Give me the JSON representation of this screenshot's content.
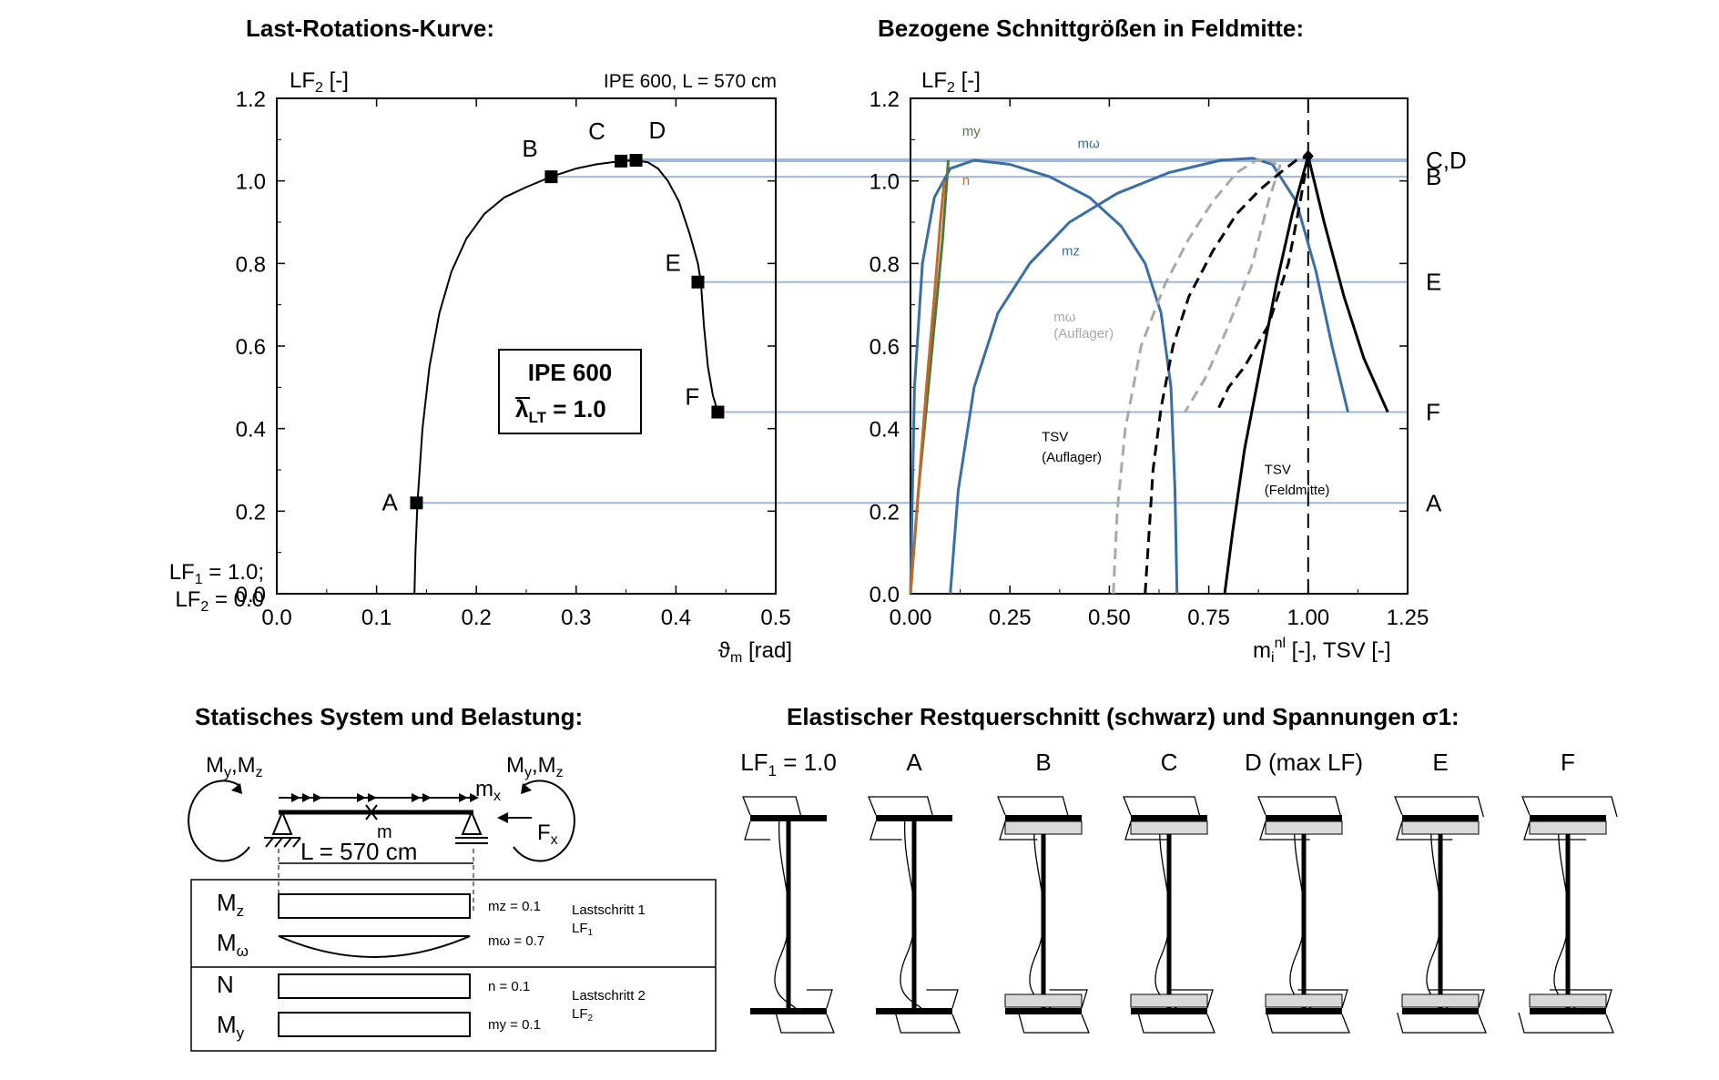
{
  "titles": {
    "panel1": "Last-Rotations-Kurve:",
    "panel2": "Bezogene Schnittgrößen in Feldmitte:",
    "panel3": "Statisches System und Belastung:",
    "panel4": "Elastischer Restquerschnitt (schwarz) und Spannungen σ1:"
  },
  "colors": {
    "ref_line": "#9fb7dc",
    "curve_blue": "#3a6ea5",
    "curve_gray": "#a9a9a9",
    "curve_green": "#4b7b3c",
    "curve_orange": "#c06a2b",
    "ink": "#000000"
  },
  "chart_data": [
    {
      "type": "line",
      "title": "Last-Rotations-Kurve:",
      "annotation": "IPE 600, L = 570 cm",
      "xlabel": "ϑm [rad]",
      "ylabel": "LF2 [-]",
      "xlim": [
        0,
        0.5
      ],
      "ylim": [
        0,
        1.2
      ],
      "xticks": [
        "0.0",
        "0.1",
        "0.2",
        "0.3",
        "0.4",
        "0.5"
      ],
      "yticks": [
        "0.0",
        "0.2",
        "0.4",
        "0.6",
        "0.8",
        "1.0",
        "1.2"
      ],
      "start_label": [
        "LF1 = 1.0;",
        "LF2 = 0.0"
      ],
      "box_label": {
        "line1": "IPE 600",
        "line2": "λLT = 1.0"
      },
      "grid": false,
      "series": [
        {
          "x": [
            0.138,
            0.139,
            0.141,
            0.146,
            0.153,
            0.163,
            0.175,
            0.19,
            0.208,
            0.228,
            0.25,
            0.275,
            0.3,
            0.32,
            0.345,
            0.36,
            0.372,
            0.382,
            0.392,
            0.403,
            0.414,
            0.422,
            0.425,
            0.428,
            0.432,
            0.437,
            0.442
          ],
          "y": [
            0.0,
            0.1,
            0.22,
            0.4,
            0.55,
            0.68,
            0.78,
            0.86,
            0.92,
            0.96,
            0.985,
            1.01,
            1.03,
            1.04,
            1.048,
            1.05,
            1.045,
            1.03,
            1.0,
            0.95,
            0.87,
            0.8,
            0.755,
            0.65,
            0.55,
            0.48,
            0.44
          ]
        }
      ],
      "points": [
        {
          "label": "A",
          "x": 0.14,
          "y": 0.22
        },
        {
          "label": "B",
          "x": 0.275,
          "y": 1.01
        },
        {
          "label": "C",
          "x": 0.345,
          "y": 1.048
        },
        {
          "label": "D",
          "x": 0.36,
          "y": 1.05
        },
        {
          "label": "E",
          "x": 0.422,
          "y": 0.755
        },
        {
          "label": "F",
          "x": 0.442,
          "y": 0.44
        }
      ]
    },
    {
      "type": "line",
      "title": "Bezogene Schnittgrößen in Feldmitte:",
      "xlabel": "mi nl [-], TSV [-]",
      "ylabel": "LF2 [-]",
      "xlim": [
        0,
        1.25
      ],
      "ylim": [
        0,
        1.2
      ],
      "xticks": [
        "0.00",
        "0.25",
        "0.50",
        "0.75",
        "1.00",
        "1.25"
      ],
      "yticks": [
        "0.0",
        "0.2",
        "0.4",
        "0.6",
        "0.8",
        "1.0",
        "1.2"
      ],
      "grid": false,
      "reference_x": 1.0,
      "level_labels": [
        {
          "label": "C,D",
          "y": 1.05
        },
        {
          "label": "B",
          "y": 1.01
        },
        {
          "label": "E",
          "y": 0.755
        },
        {
          "label": "F",
          "y": 0.44
        },
        {
          "label": "A",
          "y": 0.22
        }
      ],
      "series": [
        {
          "name": "mω",
          "color": "#3a6ea5",
          "style": "solid",
          "x": [
            0.0,
            0.01,
            0.03,
            0.06,
            0.1,
            0.16,
            0.25,
            0.35,
            0.45,
            0.53,
            0.59,
            0.63,
            0.655,
            0.665,
            0.67
          ],
          "y": [
            0.0,
            0.5,
            0.8,
            0.96,
            1.03,
            1.05,
            1.04,
            1.01,
            0.96,
            0.89,
            0.8,
            0.68,
            0.5,
            0.25,
            0.0
          ]
        },
        {
          "name": "mz",
          "color": "#3a6ea5",
          "style": "solid",
          "x": [
            0.1,
            0.12,
            0.16,
            0.22,
            0.3,
            0.4,
            0.52,
            0.65,
            0.78,
            0.86,
            0.91,
            0.97,
            1.02,
            1.06,
            1.1
          ],
          "y": [
            0.0,
            0.25,
            0.5,
            0.68,
            0.8,
            0.9,
            0.97,
            1.02,
            1.05,
            1.055,
            1.04,
            0.95,
            0.78,
            0.6,
            0.44
          ]
        },
        {
          "name": "my",
          "color": "#4b7b3c",
          "style": "solid",
          "x": [
            0.0,
            0.02,
            0.04,
            0.06,
            0.08,
            0.09,
            0.095
          ],
          "y": [
            0.0,
            0.25,
            0.45,
            0.65,
            0.85,
            0.98,
            1.05
          ]
        },
        {
          "name": "n",
          "color": "#c06a2b",
          "style": "solid",
          "x": [
            0.0,
            0.02,
            0.04,
            0.06,
            0.075,
            0.085
          ],
          "y": [
            0.0,
            0.25,
            0.5,
            0.72,
            0.9,
            1.0
          ]
        },
        {
          "name": "mω (Auflager)",
          "color": "#a9a9a9",
          "style": "dashed",
          "x": [
            0.51,
            0.52,
            0.54,
            0.58,
            0.64,
            0.7,
            0.76,
            0.82,
            0.87,
            0.9,
            0.92
          ],
          "y": [
            0.0,
            0.2,
            0.4,
            0.6,
            0.75,
            0.86,
            0.95,
            1.02,
            1.05,
            1.05,
            1.04
          ]
        },
        {
          "name": "mω (Auflager) lower",
          "color": "#a9a9a9",
          "style": "dashed",
          "x": [
            0.93,
            0.9,
            0.86,
            0.8,
            0.74,
            0.69
          ],
          "y": [
            1.04,
            0.95,
            0.8,
            0.65,
            0.52,
            0.44
          ]
        },
        {
          "name": "TSV (Auflager)",
          "color": "#000000",
          "style": "dashed",
          "x": [
            0.59,
            0.6,
            0.61,
            0.63,
            0.66,
            0.7,
            0.76,
            0.82,
            0.88,
            0.93,
            0.97,
            1.0
          ],
          "y": [
            0.0,
            0.15,
            0.3,
            0.45,
            0.6,
            0.72,
            0.83,
            0.92,
            0.98,
            1.02,
            1.05,
            1.06
          ]
        },
        {
          "name": "TSV (Auflager) lower",
          "color": "#000000",
          "style": "dashed",
          "x": [
            1.0,
            0.98,
            0.95,
            0.9,
            0.84,
            0.8,
            0.77
          ],
          "y": [
            1.06,
            0.95,
            0.8,
            0.65,
            0.55,
            0.5,
            0.44
          ]
        },
        {
          "name": "TSV (Feldmitte)",
          "color": "#000000",
          "style": "solid",
          "x": [
            0.79,
            0.81,
            0.84,
            0.88,
            0.92,
            0.96,
            1.0
          ],
          "y": [
            0.0,
            0.15,
            0.35,
            0.55,
            0.75,
            0.92,
            1.06
          ]
        },
        {
          "name": "TSV (Feldmitte) upper",
          "color": "#000000",
          "style": "solid",
          "x": [
            1.0,
            1.04,
            1.09,
            1.14,
            1.2
          ],
          "y": [
            1.06,
            0.9,
            0.72,
            0.57,
            0.44
          ]
        }
      ],
      "curve_labels": [
        {
          "text": "mω",
          "x": 0.42,
          "y": 1.08
        },
        {
          "text": "mz",
          "x": 0.38,
          "y": 0.82
        },
        {
          "text": "my",
          "x": 0.13,
          "y": 1.11
        },
        {
          "text": "n",
          "x": 0.13,
          "y": 0.99
        },
        {
          "text": "mω",
          "x": 0.36,
          "y": 0.66
        },
        {
          "text": "(Auflager)",
          "x": 0.36,
          "y": 0.62
        },
        {
          "text": "TSV",
          "x": 0.33,
          "y": 0.37
        },
        {
          "text": "(Auflager)",
          "x": 0.33,
          "y": 0.32
        },
        {
          "text": "TSV",
          "x": 0.89,
          "y": 0.29
        },
        {
          "text": "(Feldmitte)",
          "x": 0.89,
          "y": 0.24
        }
      ]
    }
  ],
  "system": {
    "left_moment": "My,Mz",
    "right_moment": "My,Mz",
    "mx": "mx",
    "fx": "Fx",
    "m_label": "m",
    "length": "L = 570 cm",
    "rows": [
      {
        "name": "Mz",
        "value": "mz = 0.1"
      },
      {
        "name": "Mω",
        "value": "mω = 0.7"
      },
      {
        "name": "N",
        "value": "n = 0.1"
      },
      {
        "name": "My",
        "value": "my = 0.1"
      }
    ],
    "step1": [
      "Lastschritt 1",
      "LF1"
    ],
    "step2": [
      "Lastschritt 2",
      "LF2"
    ]
  },
  "sections": [
    {
      "label": "LF1 = 1.0"
    },
    {
      "label": "A"
    },
    {
      "label": "B"
    },
    {
      "label": "C"
    },
    {
      "label": "D (max LF)"
    },
    {
      "label": "E"
    },
    {
      "label": "F"
    }
  ]
}
